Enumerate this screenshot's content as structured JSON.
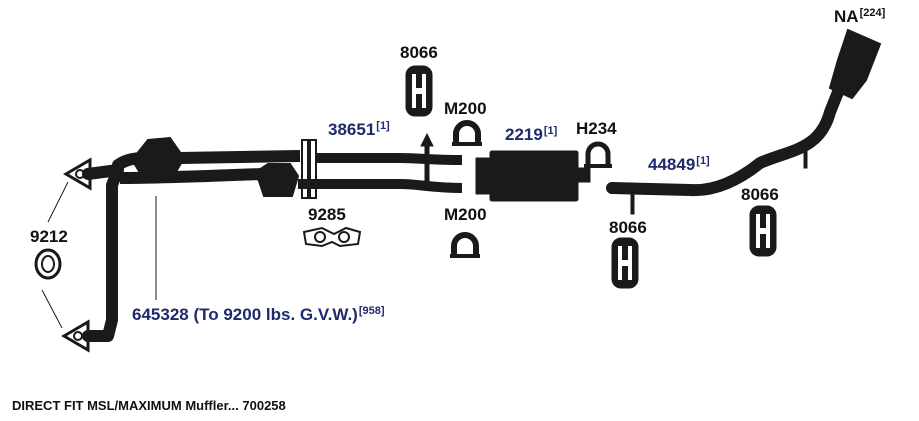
{
  "colors": {
    "part": "#1a1a1a",
    "accent_label": "#1f2a6b",
    "text": "#111111"
  },
  "labels": {
    "na": {
      "text": "NA",
      "ref": "[224]"
    },
    "hanger_top": {
      "text": "8066"
    },
    "pipe_front": {
      "text": "38651",
      "ref": "[1]"
    },
    "clamp_top": {
      "text": "M200"
    },
    "muffler": {
      "text": "2219",
      "ref": "[1]"
    },
    "clamp_u": {
      "text": "H234"
    },
    "tailpipe": {
      "text": "44849",
      "ref": "[1]"
    },
    "hanger_right": {
      "text": "8066"
    },
    "gasket_flange": {
      "text": "9285"
    },
    "clamp_bottom": {
      "text": "M200"
    },
    "hanger_mid": {
      "text": "8066"
    },
    "gasket_ring": {
      "text": "9212"
    },
    "y_pipe": {
      "text": "645328 (To 9200 lbs. G.V.W.)",
      "ref": "[958]"
    }
  },
  "footer": {
    "text": "DIRECT FIT MSL/MAXIMUM Muffler... 700258"
  }
}
